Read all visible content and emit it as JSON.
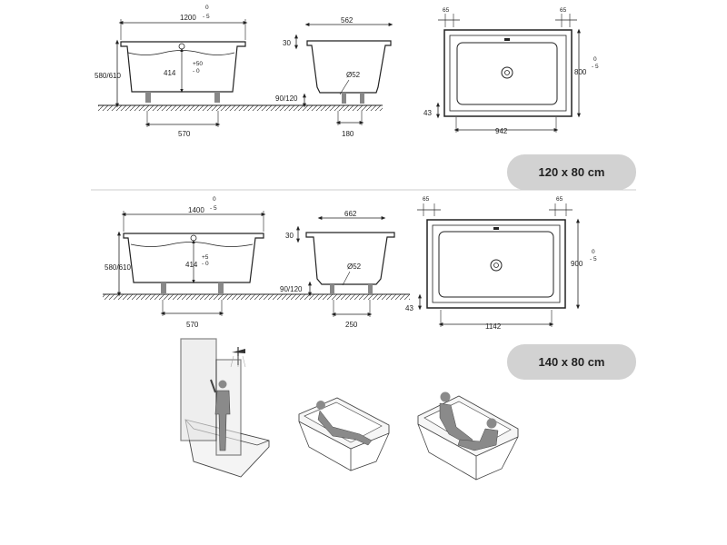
{
  "diagram": {
    "section_120": {
      "front": {
        "length": "1200",
        "length_tol_top": "0",
        "length_tol_bottom": "- 5",
        "height": "580/610",
        "depth": "414",
        "depth_tol_top": "+50",
        "depth_tol_bottom": "- 0",
        "feet_spacing": "570"
      },
      "side": {
        "width": "562",
        "rim": "30",
        "drain": "Ø52",
        "drain_height": "90/120",
        "feet_spacing": "180"
      },
      "top": {
        "margin_left": "65",
        "margin_right": "65",
        "width": "800",
        "width_tol_top": "0",
        "width_tol_bottom": "- 5",
        "inner_length": "942",
        "edge": "43"
      },
      "label": "120 x 80 cm"
    },
    "section_140": {
      "front": {
        "length": "1400",
        "length_tol_top": "0",
        "length_tol_bottom": "- 5",
        "height": "580/610",
        "depth": "414",
        "depth_tol_top": "+5",
        "depth_tol_bottom": "- 0",
        "feet_spacing": "570"
      },
      "side": {
        "width": "662",
        "rim": "30",
        "drain": "Ø52",
        "drain_height": "90/120",
        "feet_spacing": "250"
      },
      "top": {
        "margin_left": "65",
        "margin_right": "65",
        "width": "900",
        "width_tol_top": "0",
        "width_tol_bottom": "- 5",
        "inner_length": "1142",
        "edge": "43"
      },
      "label": "140 x 80 cm"
    },
    "illustrations": [
      "shower-screen-person",
      "tub-reclining-person",
      "tub-two-people"
    ]
  },
  "colors": {
    "line": "#222222",
    "badge": "#d2d2d2",
    "glass": "#e4e4e4",
    "figure": "#8a8a8a"
  }
}
